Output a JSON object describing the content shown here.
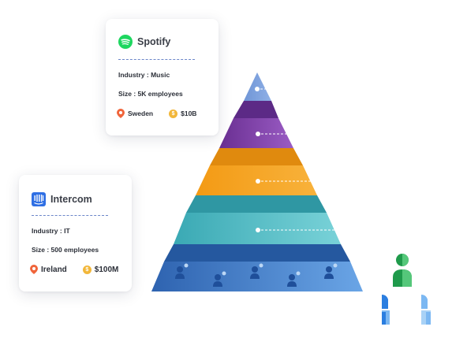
{
  "cards": [
    {
      "brand": "Spotify",
      "industry": "Industry : Music",
      "size": "Size : 5K employees",
      "location": "Sweden",
      "value": "$10B"
    },
    {
      "brand": "Intercom",
      "industry": "Industry : IT",
      "size": "Size : 500 employees",
      "location": "Ireland",
      "value": "$100M"
    }
  ],
  "colors": {
    "spotify_green": "#1ed760",
    "intercom_blue": "#2f6fe4",
    "pin_orange": "#f0643a",
    "coin_gold": "#f2b73a",
    "tier_top": "#7aa0dd",
    "tier_purple": "#8a4cb0",
    "tier_orange": "#f49b12",
    "tier_teal": "#5fbfc8",
    "tier_base": "#3f7cc8"
  },
  "icons": [
    "spotify-logo-icon",
    "intercom-logo-icon",
    "location-pin-icon",
    "coin-icon",
    "person-icon"
  ]
}
